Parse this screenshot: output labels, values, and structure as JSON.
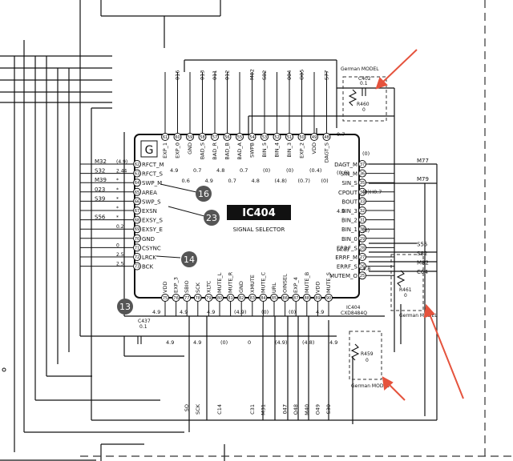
{
  "chip": {
    "label": "IC404",
    "title": "SIGNAL SELECTOR",
    "ref": "IC404",
    "part": "CXD8484Q",
    "quadrant": "G"
  },
  "colors": {
    "line": "#111111",
    "arrow": "#e5533d",
    "dash": "#333333",
    "badge": "#555555"
  },
  "left_pins": [
    {
      "n": "62",
      "name": "RFCT_M",
      "net": "M32",
      "v": "(4.9)"
    },
    {
      "n": "63",
      "name": "RFCT_S",
      "net": "S32",
      "v": "2.44"
    },
    {
      "n": "64",
      "name": "SWP_M",
      "net": "M39",
      "v": "*"
    },
    {
      "n": "65",
      "name": "AREA",
      "net": "023",
      "v": "*"
    },
    {
      "n": "66",
      "name": "SWP_S",
      "net": "S39",
      "v": "*"
    },
    {
      "n": "67",
      "name": "EXSN",
      "net": "",
      "v": "*"
    },
    {
      "n": "68",
      "name": "EXSY_S",
      "net": "S56",
      "v": "*"
    },
    {
      "n": "69",
      "name": "EXSY_E",
      "net": "",
      "v": "0.2"
    },
    {
      "n": "70",
      "name": "GND",
      "net": "",
      "v": ""
    },
    {
      "n": "71",
      "name": "CSYNC",
      "net": "",
      "v": "0"
    },
    {
      "n": "72",
      "name": "LRCK",
      "net": "",
      "v": "2.5"
    },
    {
      "n": "73",
      "name": "BCK",
      "net": "",
      "v": "2.5"
    }
  ],
  "right_pins": [
    {
      "n": "37",
      "name": "DAGT_M",
      "net": "M77"
    },
    {
      "n": "36",
      "name": "SIN_M",
      "net": ""
    },
    {
      "n": "35",
      "name": "SIN_S",
      "net": "M79"
    },
    {
      "n": "34",
      "name": "CPOUT",
      "net": ""
    },
    {
      "n": "33",
      "name": "BOUT",
      "net": ""
    },
    {
      "n": "32",
      "name": "BIN_3",
      "net": ""
    },
    {
      "n": "31",
      "name": "BIN_2",
      "net": ""
    },
    {
      "n": "30",
      "name": "BIN_1",
      "net": ""
    },
    {
      "n": "29",
      "name": "BIN_0",
      "net": ""
    },
    {
      "n": "28",
      "name": "ERRF_S",
      "net": "S55"
    },
    {
      "n": "27",
      "name": "ERRF_M",
      "net": "S82"
    },
    {
      "n": "26",
      "name": "ERRF_S",
      "net": "M82"
    },
    {
      "n": "25",
      "name": "MUTEM_O",
      "net": "C64"
    }
  ],
  "top_pins": [
    {
      "n": "61",
      "name": "EXP_1",
      "net": ""
    },
    {
      "n": "60",
      "name": "EXP_0",
      "net": "016"
    },
    {
      "n": "59",
      "name": "GND",
      "net": ""
    },
    {
      "n": "58",
      "name": "BAD_S",
      "net": "013"
    },
    {
      "n": "57",
      "name": "BAD_R",
      "net": "011"
    },
    {
      "n": "56",
      "name": "BAD_B",
      "net": "012"
    },
    {
      "n": "55",
      "name": "BAD_A",
      "net": ""
    },
    {
      "n": "54",
      "name": "SWPB",
      "net": "M82"
    },
    {
      "n": "53",
      "name": "BIN_5",
      "net": "S82"
    },
    {
      "n": "52",
      "name": "BIN_4",
      "net": ""
    },
    {
      "n": "51",
      "name": "BIN_3",
      "net": "004"
    },
    {
      "n": "50",
      "name": "EXP_2",
      "net": "O05"
    },
    {
      "n": "49",
      "name": "VDD",
      "net": ""
    },
    {
      "n": "48",
      "name": "DAGT_S",
      "net": "S77"
    }
  ],
  "bottom_pins": [
    {
      "n": "75",
      "name": "VDD",
      "net": ""
    },
    {
      "n": "76",
      "name": "EXP_3",
      "net": ""
    },
    {
      "n": "77",
      "name": "SBIO",
      "net": "SO"
    },
    {
      "n": "78",
      "name": "SCK",
      "net": "SCK"
    },
    {
      "n": "79",
      "name": "XLTC",
      "net": ""
    },
    {
      "n": "80",
      "name": "MUTE_L",
      "net": "C14"
    },
    {
      "n": "81",
      "name": "MUTE_R",
      "net": ""
    },
    {
      "n": "82",
      "name": "GND",
      "net": ""
    },
    {
      "n": "83",
      "name": "XMUTE",
      "net": "C31"
    },
    {
      "n": "84",
      "name": "MUTE_C",
      "net": "M31"
    },
    {
      "n": "85",
      "name": "URL",
      "net": ""
    },
    {
      "n": "86",
      "name": "OINSEL",
      "net": "047"
    },
    {
      "n": "87",
      "name": "EXP_4",
      "net": "O48"
    },
    {
      "n": "88",
      "name": "MUTE_B",
      "net": "M40"
    },
    {
      "n": "89",
      "name": "VDD",
      "net": "O49"
    },
    {
      "n": "90",
      "name": "MUTE_S",
      "net": "S30"
    }
  ],
  "voltages_top": [
    "4.9",
    "0.6",
    "0.7",
    "4.9",
    "4.8",
    "0.7",
    "0.7",
    "4.8",
    "(0)",
    "(4.8)",
    "(0)",
    "(0.7)",
    "(0.4)",
    "(0)"
  ],
  "voltages_bottom": [
    "4.9",
    "4.9",
    "4.9",
    "4.9",
    "4.9",
    "(0)",
    "(4.9)",
    "0",
    "(0)",
    "(4.9)",
    "(0)",
    "(4.8)",
    "4.9",
    "4.9"
  ],
  "voltages_right": [
    "0.7",
    "(0)",
    "(0.6)",
    "(0)H0.7",
    "4.9",
    "(0)",
    "(4.8)",
    "4.8"
  ],
  "badges": [
    "16",
    "23",
    "14",
    "13"
  ],
  "components": {
    "c402": {
      "ref": "C402",
      "value": "0.1",
      "note": "German MODEL"
    },
    "r460": {
      "ref": "R460",
      "value": "0"
    },
    "r461": {
      "ref": "R461",
      "value": "0",
      "note": "German MODEL"
    },
    "r459": {
      "ref": "R459",
      "value": "0",
      "note": "German MODEL"
    },
    "c437": {
      "ref": "C437",
      "value": "0.1"
    }
  },
  "edge_labels": {
    "gnd": "GND",
    "vdd": "VDD"
  }
}
